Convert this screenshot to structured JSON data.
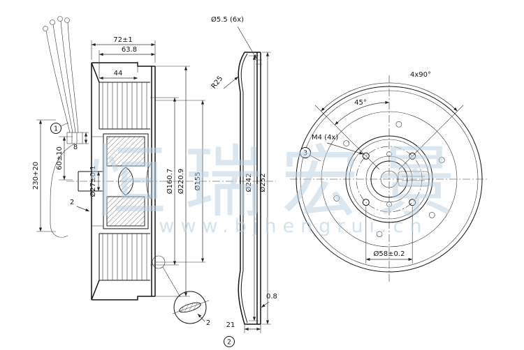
{
  "watermark": {
    "brand_cjk": "恒瑞宏景",
    "url": "www.bjhengrui.cn",
    "color": "#b9cfdf"
  },
  "views": {
    "section": {
      "dims": {
        "overall_depth": "72±1",
        "inner_depth": "63.8",
        "inlet_depth": "44",
        "cable_length": "230+20",
        "lead_length": "60±10",
        "strip_length": "8",
        "gap": "2",
        "shaft_bore": "Ø27±0.1",
        "dia_impeller_inner": "Ø160.7",
        "dia_impeller_outer": "Ø220.9",
        "dia_inlet": "Ø155"
      },
      "callout": "1"
    },
    "profile": {
      "dims": {
        "mount_holes": "Ø5.5 (6x)",
        "inlet_radius": "R25",
        "dia_inner": "Ø242",
        "dia_outer": "Ø252",
        "sheet_thickness": "0.8",
        "flange_depth": "21"
      },
      "callout": "2"
    },
    "front": {
      "dims": {
        "hole_pattern": "4x90°",
        "hole_angle": "45°",
        "thread_holes": "M4 (4x)",
        "bolt_circle": "Ø58±0.2"
      },
      "callout": "3"
    },
    "detail": {
      "dims": {
        "blade_thickness": "2"
      }
    }
  }
}
